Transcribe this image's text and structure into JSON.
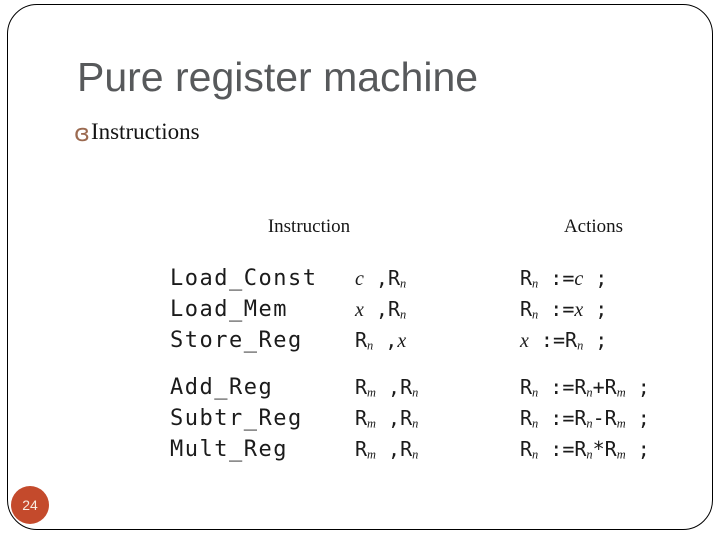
{
  "theme": {
    "accent": "#c44a2c",
    "titlegray": "#57595b",
    "bulletbrown": "#9b6a50",
    "ink": "#141414",
    "border": "#000000"
  },
  "slide": {
    "title": "Pure register machine",
    "bullet": {
      "glyph": "ɞ",
      "text": "Instructions"
    },
    "page_number": "24"
  },
  "table": {
    "headers": [
      "Instruction",
      "Actions"
    ],
    "groups": [
      {
        "rows": [
          {
            "name": "Load_Const",
            "operands": [
              [
                "c",
                "v"
              ],
              [
                " ,",
                "m"
              ],
              [
                "R",
                "m"
              ],
              [
                "n",
                "s"
              ]
            ],
            "actions": [
              [
                "R",
                "m"
              ],
              [
                "n",
                "s"
              ],
              [
                " :=",
                "m"
              ],
              [
                "c",
                "v"
              ],
              [
                " ;",
                "m"
              ]
            ]
          },
          {
            "name": "Load_Mem",
            "operands": [
              [
                "x",
                "v"
              ],
              [
                " ,",
                "m"
              ],
              [
                "R",
                "m"
              ],
              [
                "n",
                "s"
              ]
            ],
            "actions": [
              [
                "R",
                "m"
              ],
              [
                "n",
                "s"
              ],
              [
                " :=",
                "m"
              ],
              [
                "x",
                "v"
              ],
              [
                " ;",
                "m"
              ]
            ]
          },
          {
            "name": "Store_Reg",
            "operands": [
              [
                "R",
                "m"
              ],
              [
                "n",
                "s"
              ],
              [
                " ,",
                "m"
              ],
              [
                "x",
                "v"
              ]
            ],
            "actions": [
              [
                "x",
                "v"
              ],
              [
                " :=",
                "m"
              ],
              [
                "R",
                "m"
              ],
              [
                "n",
                "s"
              ],
              [
                " ;",
                "m"
              ]
            ]
          }
        ]
      },
      {
        "rows": [
          {
            "name": "Add_Reg",
            "operands": [
              [
                "R",
                "m"
              ],
              [
                "m",
                "s"
              ],
              [
                " ,",
                "m"
              ],
              [
                "R",
                "m"
              ],
              [
                "n",
                "s"
              ]
            ],
            "actions": [
              [
                "R",
                "m"
              ],
              [
                "n",
                "s"
              ],
              [
                " :=",
                "m"
              ],
              [
                "R",
                "m"
              ],
              [
                "n",
                "s"
              ],
              [
                "+",
                "m"
              ],
              [
                "R",
                "m"
              ],
              [
                "m",
                "s"
              ],
              [
                " ;",
                "m"
              ]
            ]
          },
          {
            "name": "Subtr_Reg",
            "operands": [
              [
                "R",
                "m"
              ],
              [
                "m",
                "s"
              ],
              [
                " ,",
                "m"
              ],
              [
                "R",
                "m"
              ],
              [
                "n",
                "s"
              ]
            ],
            "actions": [
              [
                "R",
                "m"
              ],
              [
                "n",
                "s"
              ],
              [
                " :=",
                "m"
              ],
              [
                "R",
                "m"
              ],
              [
                "n",
                "s"
              ],
              [
                "-",
                "m"
              ],
              [
                "R",
                "m"
              ],
              [
                "m",
                "s"
              ],
              [
                " ;",
                "m"
              ]
            ]
          },
          {
            "name": "Mult_Reg",
            "operands": [
              [
                "R",
                "m"
              ],
              [
                "m",
                "s"
              ],
              [
                " ,",
                "m"
              ],
              [
                "R",
                "m"
              ],
              [
                "n",
                "s"
              ]
            ],
            "actions": [
              [
                "R",
                "m"
              ],
              [
                "n",
                "s"
              ],
              [
                " :=",
                "m"
              ],
              [
                "R",
                "m"
              ],
              [
                "n",
                "s"
              ],
              [
                "*",
                "m"
              ],
              [
                "R",
                "m"
              ],
              [
                "m",
                "s"
              ],
              [
                " ;",
                "m"
              ]
            ]
          }
        ]
      }
    ]
  }
}
